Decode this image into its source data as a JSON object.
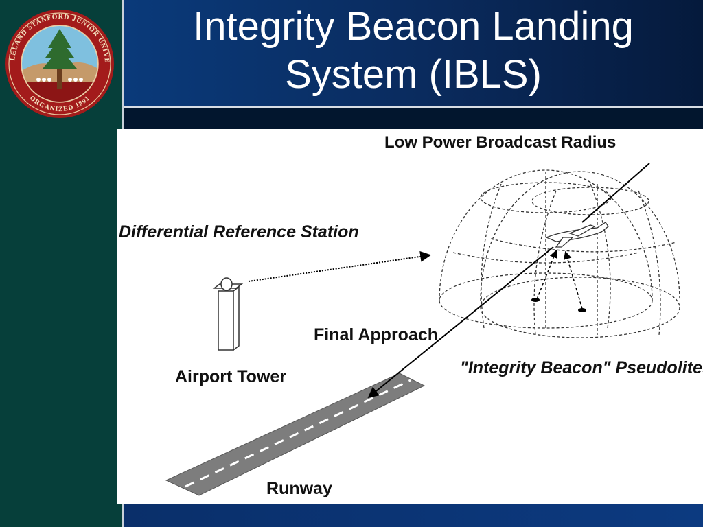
{
  "slide": {
    "title": "Integrity Beacon Landing System (IBLS)"
  },
  "seal": {
    "outer_text": "LELAND STANFORD JUNIOR UNIVERSITY",
    "bottom_text": "ORGANIZED 1891",
    "colors": {
      "ring": "#8c1515",
      "tree": "#2e6b2e",
      "sky": "#6fb6d8"
    }
  },
  "diagram": {
    "labels": {
      "broadcast_radius": "Low Power Broadcast Radius",
      "reference_station": "Differential Reference Station",
      "final_approach": "Final Approach",
      "airport_tower": "Airport Tower",
      "pseudolites": "\"Integrity Beacon\" Pseudolites",
      "runway": "Runway"
    }
  },
  "colors": {
    "left_strip": "#063f3a",
    "header": "#0a2a5c",
    "footer": "#0c3a80"
  }
}
